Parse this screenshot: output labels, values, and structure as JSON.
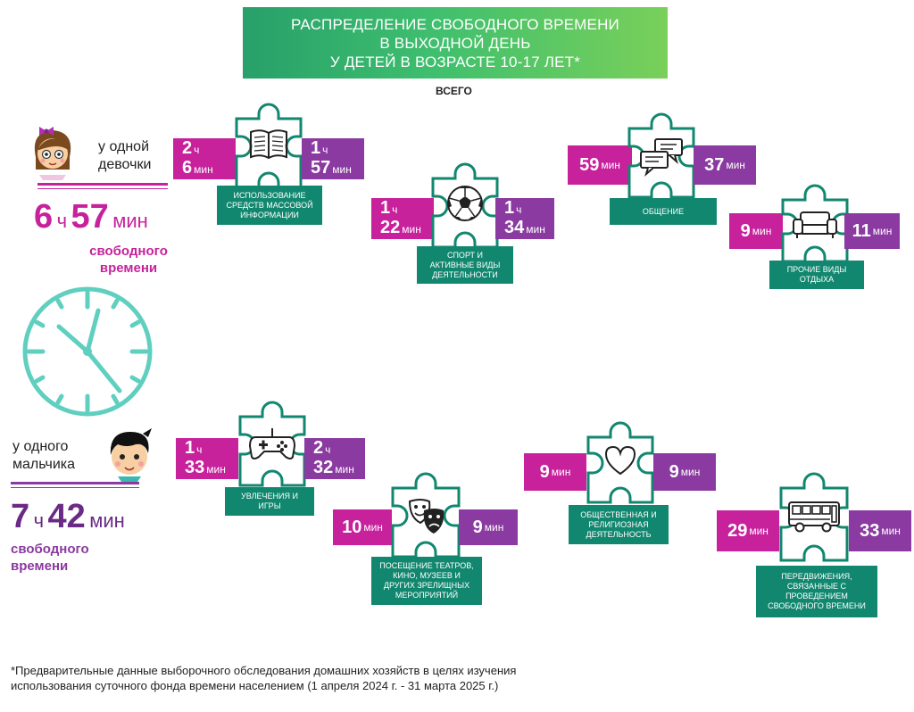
{
  "title": "РАСПРЕДЕЛЕНИЕ СВОБОДНОГО ВРЕМЕНИ\nВ ВЫХОДНОЙ ДЕНЬ\nУ ДЕТЕЙ В ВОЗРАСТЕ 10-17 ЛЕТ*",
  "subtitle": "ВСЕГО",
  "girl": {
    "label": "у одной\nдевочки",
    "total_h": "6",
    "h_unit": "ч",
    "total_m": "57",
    "m_unit": "мин",
    "free": "свободного\nвремени"
  },
  "boy": {
    "label": "у одного\nмальчика",
    "total_h": "7",
    "h_unit": "ч",
    "total_m": "42",
    "m_unit": "мин",
    "free": "свободного\nвремени"
  },
  "activities": {
    "media": {
      "label": "ИСПОЛЬЗОВАНИЕ\nСРЕДСТВ МАССОВОЙ\nИНФОРМАЦИИ",
      "girl_h": "2",
      "girl_h_unit": "ч",
      "girl_m": "6",
      "girl_m_unit": "мин",
      "boy_h": "1",
      "boy_h_unit": "ч",
      "boy_m": "57",
      "boy_m_unit": "мин"
    },
    "sport": {
      "label": "СПОРТ И\nАКТИВНЫЕ ВИДЫ\nДЕЯТЕЛЬНОСТИ",
      "girl_h": "1",
      "girl_h_unit": "ч",
      "girl_m": "22",
      "girl_m_unit": "мин",
      "boy_h": "1",
      "boy_h_unit": "ч",
      "boy_m": "34",
      "boy_m_unit": "мин"
    },
    "communication": {
      "label": "ОБЩЕНИЕ",
      "girl_m": "59",
      "girl_m_unit": "мин",
      "boy_m": "37",
      "boy_m_unit": "мин"
    },
    "rest": {
      "label": "ПРОЧИЕ ВИДЫ\nОТДЫХА",
      "girl_m": "9",
      "girl_m_unit": "мин",
      "boy_m": "11",
      "boy_m_unit": "мин"
    },
    "hobbies": {
      "label": "УВЛЕЧЕНИЯ И\nИГРЫ",
      "girl_h": "1",
      "girl_h_unit": "ч",
      "girl_m": "33",
      "girl_m_unit": "мин",
      "boy_h": "2",
      "boy_h_unit": "ч",
      "boy_m": "32",
      "boy_m_unit": "мин"
    },
    "theatre": {
      "label": "ПОСЕЩЕНИЕ ТЕАТРОВ,\nКИНО, МУЗЕЕВ И\nДРУГИХ ЗРЕЛИЩНЫХ\nМЕРОПРИЯТИЙ",
      "girl_m": "10",
      "girl_m_unit": "мин",
      "boy_m": "9",
      "boy_m_unit": "мин"
    },
    "social": {
      "label": "ОБЩЕСТВЕННАЯ И\nРЕЛИГИОЗНАЯ\nДЕЯТЕЛЬНОСТЬ",
      "girl_m": "9",
      "girl_m_unit": "мин",
      "boy_m": "9",
      "boy_m_unit": "мин"
    },
    "travel": {
      "label": "ПЕРЕДВИЖЕНИЯ,\nСВЯЗАННЫЕ С\nПРОВЕДЕНИЕМ\nСВОБОДНОГО ВРЕМЕНИ",
      "girl_m": "29",
      "girl_m_unit": "мин",
      "boy_m": "33",
      "boy_m_unit": "мин"
    }
  },
  "icons": [
    "book-icon",
    "soccer-ball-icon",
    "chat-bubbles-icon",
    "sofa-icon",
    "gamepad-icon",
    "theatre-masks-icon",
    "heart-icon",
    "bus-icon",
    "clock-icon",
    "girl-avatar-icon",
    "boy-avatar-icon"
  ],
  "colors": {
    "girl": "#c7229c",
    "boy": "#8a3aa0",
    "label": "#12876f",
    "banner": "#3fbf6e"
  },
  "footnote": "*Предварительные данные выборочного обследования домашних хозяйств в целях изучения\nиспользования суточного фонда времени населением (1 апреля 2024 г. - 31 марта 2025 г.)"
}
